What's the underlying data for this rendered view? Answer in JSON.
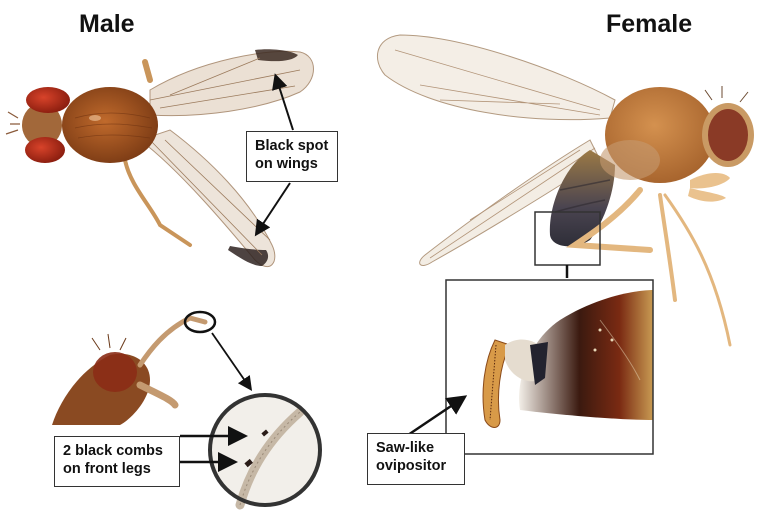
{
  "figure": {
    "panels": [
      {
        "id": "male",
        "title": "Male"
      },
      {
        "id": "female",
        "title": "Female"
      }
    ],
    "annotations": [
      {
        "id": "wing-spot",
        "line1": "Black spot",
        "line2": "on wings",
        "arrows": 2
      },
      {
        "id": "leg-combs",
        "line1": "2 black combs",
        "line2": "on front legs",
        "arrows": 2
      },
      {
        "id": "ovipositor",
        "line1": "Saw-like",
        "line2": "ovipositor",
        "arrows": 1
      }
    ],
    "insets": [
      {
        "id": "leg-comb-zoom",
        "shape": "circle"
      },
      {
        "id": "ovipositor-zoom",
        "shape": "rectangle"
      }
    ],
    "colors": {
      "background": "#ffffff",
      "body_brown": "#9a4f1f",
      "eye_red": "#b5301a",
      "wing_tint": "#e8ddd0",
      "abdomen_dark": "#3a3a44",
      "leg_tan": "#e1b57c",
      "callout_line": "#222222"
    }
  }
}
